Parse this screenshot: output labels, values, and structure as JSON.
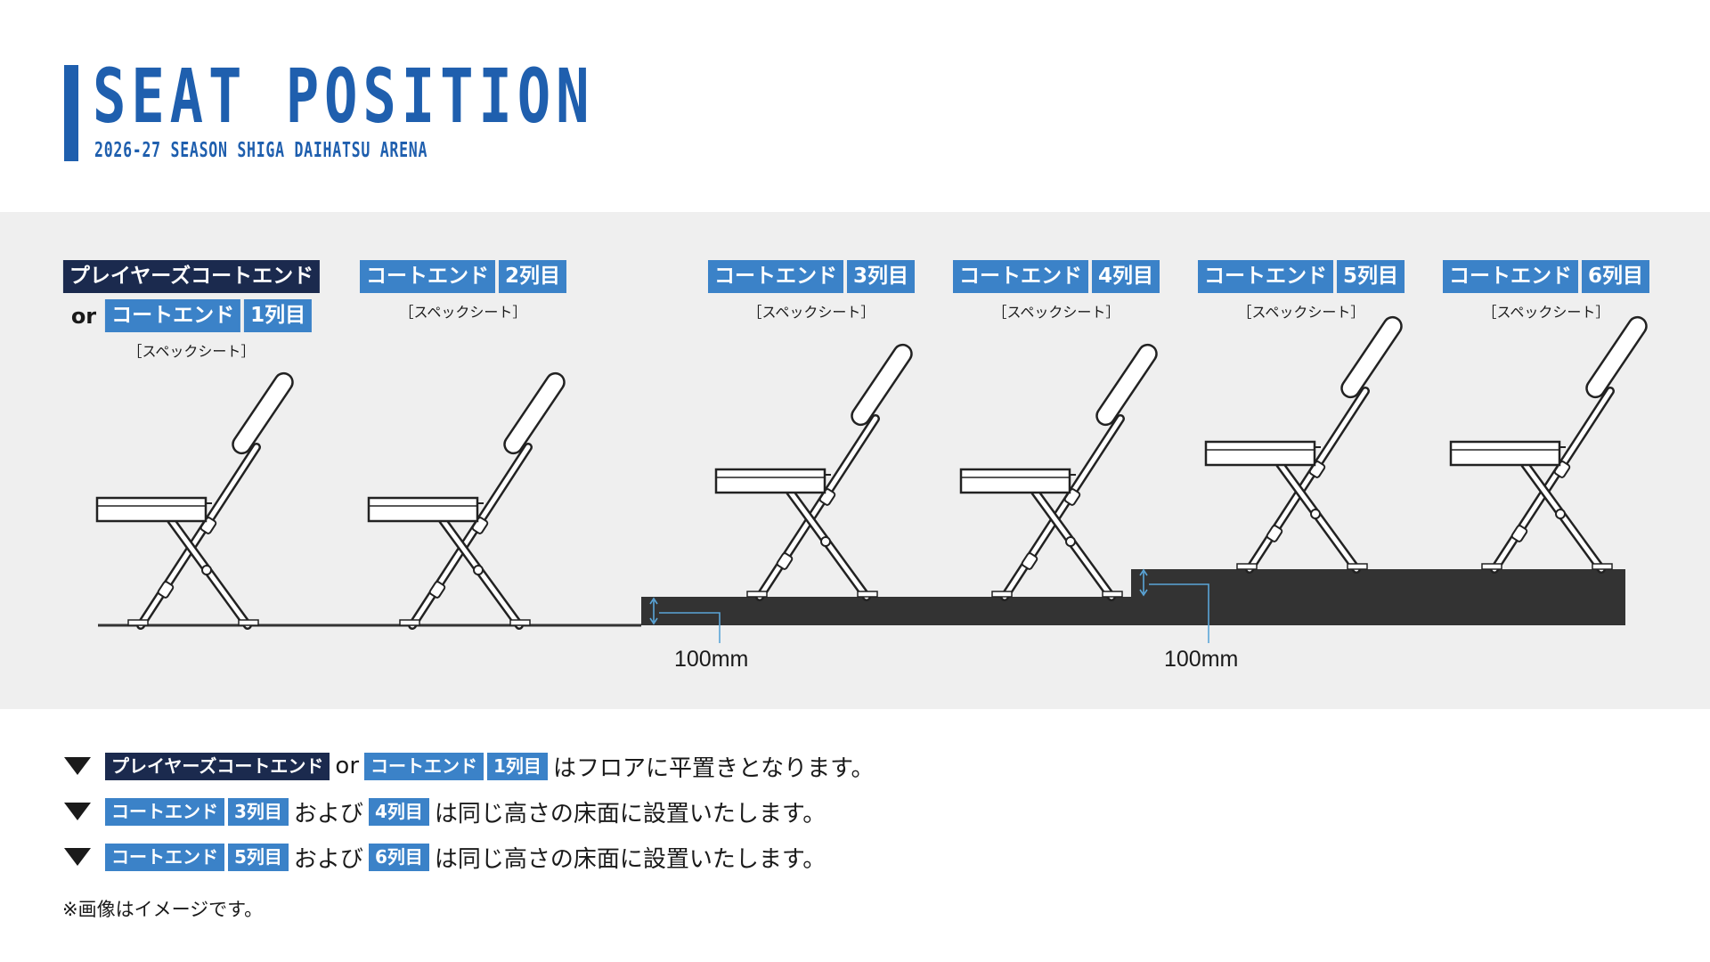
{
  "header": {
    "title": "SEAT POSITION",
    "subtitle": "2026-27 SEASON SHIGA DAIHATSU ARENA"
  },
  "seats": [
    {
      "tags": [
        "プレイヤーズコートエンド"
      ],
      "alt_tags": [
        "コートエンド",
        "1列目"
      ],
      "or": "or",
      "spec": "［スペックシート］",
      "level": 0
    },
    {
      "tags": [
        "コートエンド",
        "2列目"
      ],
      "spec": "［スペックシート］",
      "level": 0
    },
    {
      "tags": [
        "コートエンド",
        "3列目"
      ],
      "spec": "［スペックシート］",
      "level": 1
    },
    {
      "tags": [
        "コートエンド",
        "4列目"
      ],
      "spec": "［スペックシート］",
      "level": 1
    },
    {
      "tags": [
        "コートエンド",
        "5列目"
      ],
      "spec": "［スペックシート］",
      "level": 2
    },
    {
      "tags": [
        "コートエンド",
        "6列目"
      ],
      "spec": "［スペックシート］",
      "level": 2
    }
  ],
  "dimensions": [
    "100mm",
    "100mm"
  ],
  "notes": [
    {
      "parts": [
        [
          "tag-navy",
          "プレイヤーズコートエンド"
        ],
        [
          "text",
          "or"
        ],
        [
          "tag",
          "コートエンド"
        ],
        [
          "tag",
          "1列目"
        ],
        [
          "text",
          "はフロアに平置きとなります。"
        ]
      ]
    },
    {
      "parts": [
        [
          "tag",
          "コートエンド"
        ],
        [
          "tag",
          "3列目"
        ],
        [
          "text",
          "および"
        ],
        [
          "tag",
          "4列目"
        ],
        [
          "text",
          "は同じ高さの床面に設置いたします。"
        ]
      ]
    },
    {
      "parts": [
        [
          "tag",
          "コートエンド"
        ],
        [
          "tag",
          "5列目"
        ],
        [
          "text",
          "および"
        ],
        [
          "tag",
          "6列目"
        ],
        [
          "text",
          "は同じ高さの床面に設置いたします。"
        ]
      ]
    }
  ],
  "footnote": "※画像はイメージです。",
  "colors": {
    "brand_blue": "#1f5fae",
    "tag_blue": "#3b82c8",
    "tag_navy": "#1b2a4e",
    "platform": "#333333",
    "dimension_line": "#5aa5d8"
  },
  "icons": [
    "folding-chair-icon",
    "triangle-down-icon"
  ]
}
